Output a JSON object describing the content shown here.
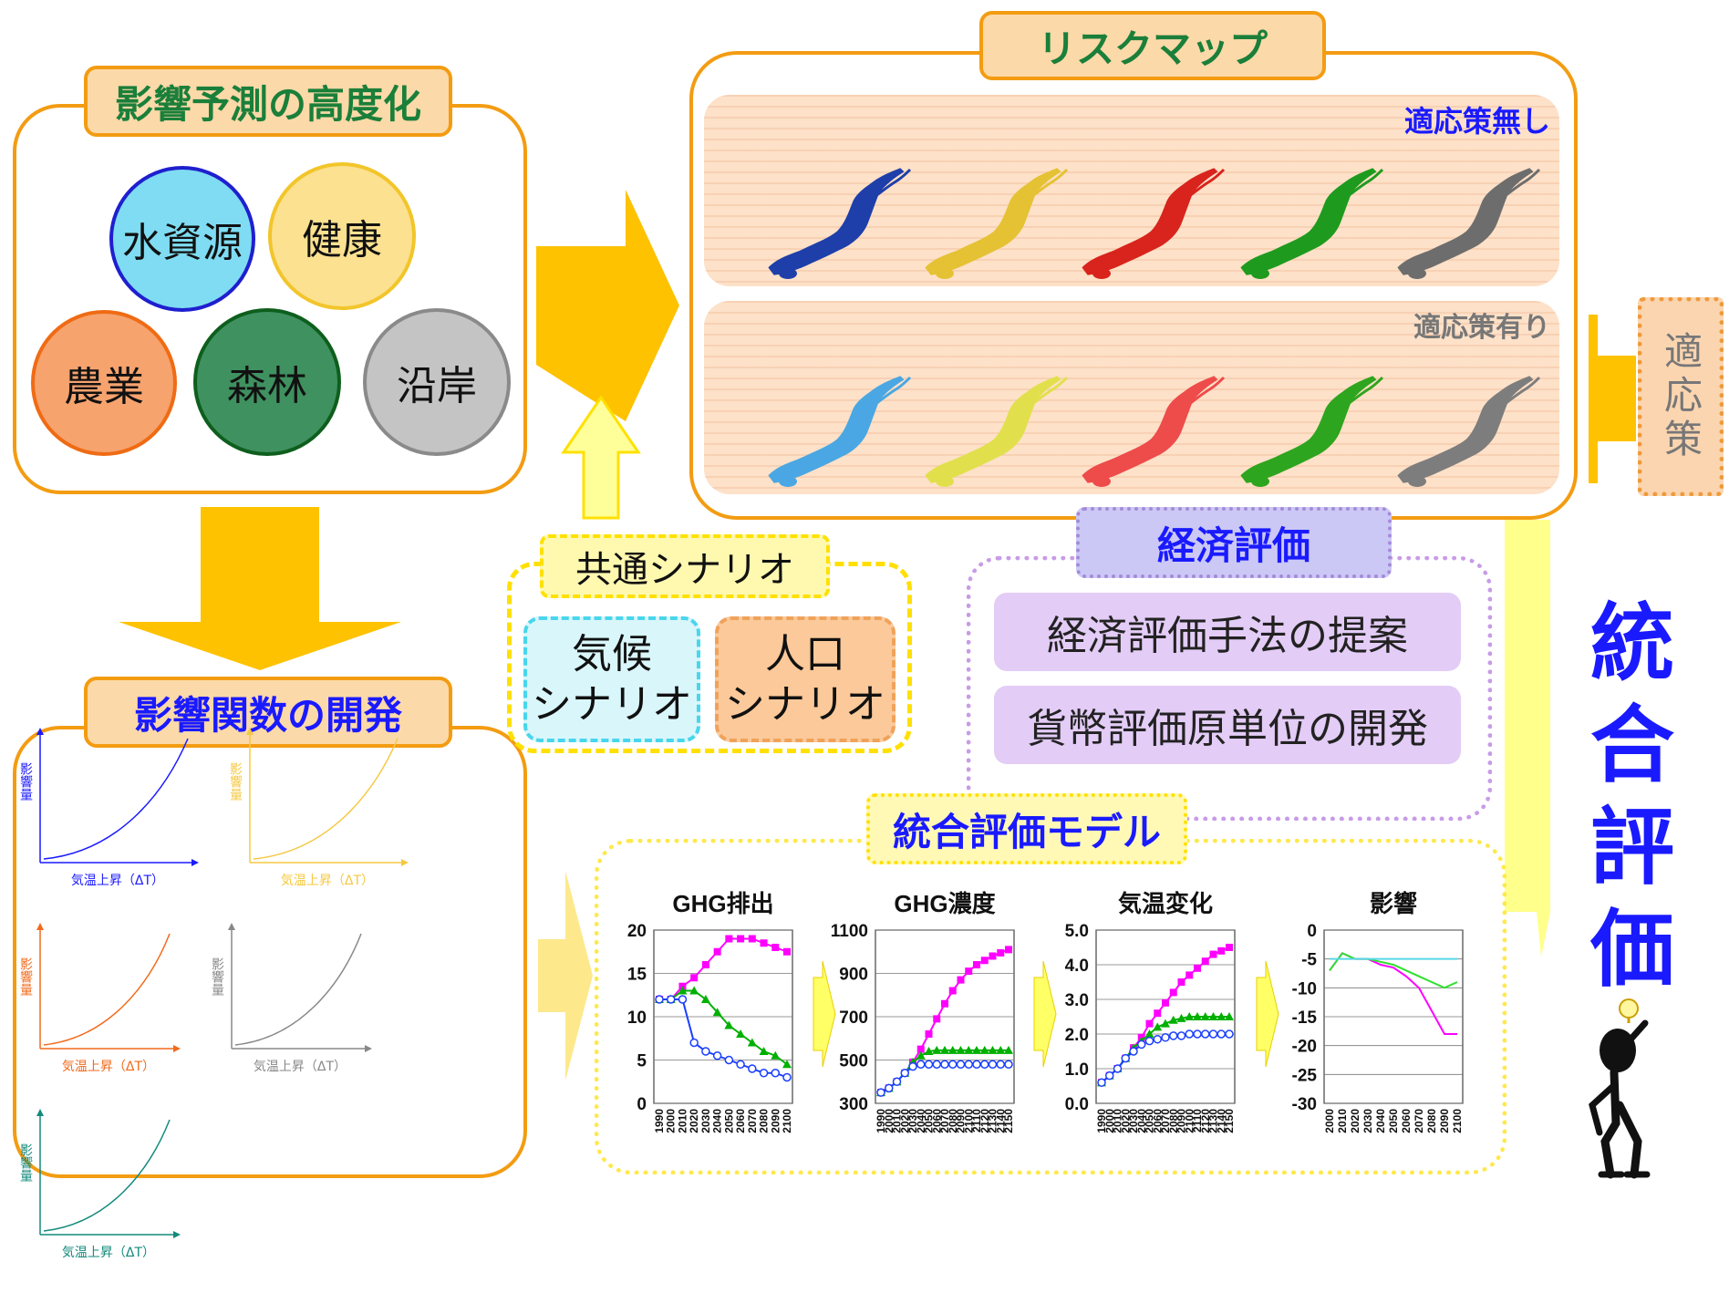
{
  "impact_prediction": {
    "title": "影響予測の高度化",
    "sectors": {
      "water": "水資源",
      "health": "健康",
      "agriculture": "農業",
      "forest": "森林",
      "coast": "沿岸"
    }
  },
  "impact_function": {
    "title": "影響関数の開発",
    "ylabel": "影響量",
    "xlabel": "気温上昇（ΔT）",
    "colors": [
      "#1a1aff",
      "#f5c842",
      "#f26a1b",
      "#888888",
      "#138a7c"
    ]
  },
  "risk_map": {
    "title": "リスクマップ",
    "no_adaptation": "適応策無し",
    "with_adaptation": "適応策有り"
  },
  "adaptation": {
    "label": "適応策"
  },
  "common_scenario": {
    "title": "共通シナリオ",
    "climate": [
      "気候",
      "シナリオ"
    ],
    "population": [
      "人口",
      "シナリオ"
    ]
  },
  "economic": {
    "title": "経済評価",
    "item1": "経済評価手法の提案",
    "item2": "貨幣評価原単位の開発"
  },
  "integrated_model": {
    "title": "統合評価モデル"
  },
  "integrated_eval": {
    "chars": [
      "統",
      "合",
      "評",
      "価"
    ]
  },
  "chart_data": [
    {
      "type": "line",
      "title": "GHG排出",
      "x": [
        1990,
        2000,
        2010,
        2020,
        2030,
        2040,
        2050,
        2060,
        2070,
        2080,
        2090,
        2100
      ],
      "xticks": [
        "1990",
        "2000",
        "2010",
        "2020",
        "2030",
        "2040",
        "2050",
        "2060",
        "2070",
        "2080",
        "2090",
        "2100"
      ],
      "yticks": [
        "0",
        "5",
        "10",
        "15",
        "20"
      ],
      "ylim": [
        0,
        20
      ],
      "series": [
        {
          "color": "#ff00ff",
          "marker": "square",
          "values": [
            12,
            12,
            13.5,
            14.5,
            16,
            17.5,
            19,
            19,
            19,
            18.5,
            18,
            17.5
          ]
        },
        {
          "color": "#00b000",
          "marker": "triangle",
          "values": [
            12,
            12,
            13,
            13,
            12,
            10.5,
            9,
            8,
            7,
            6,
            5.5,
            4.5
          ]
        },
        {
          "color": "#1a3fff",
          "marker": "circle",
          "values": [
            12,
            12,
            12,
            7,
            6,
            5.5,
            5,
            4.5,
            4,
            3.5,
            3.5,
            3
          ]
        }
      ]
    },
    {
      "type": "line",
      "title": "GHG濃度",
      "x": [
        1990,
        2000,
        2010,
        2020,
        2030,
        2040,
        2050,
        2060,
        2070,
        2080,
        2090,
        2100,
        2110,
        2120,
        2130,
        2140,
        2150
      ],
      "xticks": [
        "1990",
        "2000",
        "2010",
        "2020",
        "2030",
        "2040",
        "2050",
        "2060",
        "2070",
        "2080",
        "2090",
        "2100",
        "2110",
        "2120",
        "2130",
        "2140",
        "2150"
      ],
      "yticks": [
        "300",
        "500",
        "700",
        "900",
        "1100"
      ],
      "ylim": [
        300,
        1100
      ],
      "series": [
        {
          "color": "#ff00ff",
          "marker": "square",
          "values": [
            350,
            370,
            400,
            440,
            490,
            550,
            620,
            690,
            760,
            820,
            870,
            910,
            940,
            960,
            980,
            995,
            1010
          ]
        },
        {
          "color": "#00b000",
          "marker": "triangle",
          "values": [
            350,
            370,
            400,
            440,
            490,
            520,
            540,
            545,
            545,
            545,
            545,
            545,
            545,
            545,
            545,
            545,
            545
          ]
        },
        {
          "color": "#1a3fff",
          "marker": "circle",
          "values": [
            350,
            370,
            400,
            440,
            470,
            480,
            480,
            480,
            480,
            480,
            480,
            480,
            480,
            480,
            480,
            480,
            480
          ]
        }
      ]
    },
    {
      "type": "line",
      "title": "気温変化",
      "x": [
        1990,
        2000,
        2010,
        2020,
        2030,
        2040,
        2050,
        2060,
        2070,
        2080,
        2090,
        2100,
        2110,
        2120,
        2130,
        2140,
        2150
      ],
      "xticks": [
        "1990",
        "2000",
        "2010",
        "2020",
        "2030",
        "2040",
        "2050",
        "2060",
        "2070",
        "2080",
        "2090",
        "2100",
        "2110",
        "2120",
        "2130",
        "2140",
        "2150"
      ],
      "yticks": [
        "0.0",
        "1.0",
        "2.0",
        "3.0",
        "4.0",
        "5.0"
      ],
      "ylim": [
        0,
        5
      ],
      "series": [
        {
          "color": "#ff00ff",
          "marker": "square",
          "values": [
            0.6,
            0.8,
            1.0,
            1.3,
            1.6,
            1.9,
            2.3,
            2.6,
            2.9,
            3.2,
            3.5,
            3.7,
            3.9,
            4.1,
            4.3,
            4.4,
            4.5
          ]
        },
        {
          "color": "#00b000",
          "marker": "triangle",
          "values": [
            0.6,
            0.8,
            1.0,
            1.3,
            1.6,
            1.8,
            2.0,
            2.2,
            2.3,
            2.4,
            2.45,
            2.5,
            2.5,
            2.5,
            2.5,
            2.5,
            2.5
          ]
        },
        {
          "color": "#1a3fff",
          "marker": "circle",
          "values": [
            0.6,
            0.8,
            1.0,
            1.3,
            1.5,
            1.7,
            1.8,
            1.85,
            1.9,
            1.95,
            1.95,
            2.0,
            2.0,
            2.0,
            2.0,
            2.0,
            2.0
          ]
        }
      ]
    },
    {
      "type": "line",
      "title": "影響",
      "x": [
        2000,
        2010,
        2020,
        2030,
        2040,
        2050,
        2060,
        2070,
        2080,
        2090,
        2100
      ],
      "xticks": [
        "2000",
        "2010",
        "2020",
        "2030",
        "2040",
        "2050",
        "2060",
        "2070",
        "2080",
        "2090",
        "2100"
      ],
      "yticks": [
        "0",
        "-5",
        "-10",
        "-15",
        "-20",
        "-25",
        "-30"
      ],
      "ylim": [
        -30,
        0
      ],
      "series": [
        {
          "color": "#ff00ff",
          "values": [
            -7,
            -4,
            -5,
            -5,
            -6,
            -6.5,
            -8,
            -10,
            -14,
            -18,
            -18
          ]
        },
        {
          "color": "#2ee02e",
          "values": [
            -7,
            -4,
            -5,
            -5,
            -5.5,
            -6,
            -7,
            -8,
            -9,
            -10,
            -9
          ]
        },
        {
          "color": "#59d8e8",
          "values": [
            -5,
            -5,
            -5,
            -5,
            -5,
            -5,
            -5,
            -5,
            -5,
            -5,
            -5
          ]
        }
      ]
    }
  ]
}
